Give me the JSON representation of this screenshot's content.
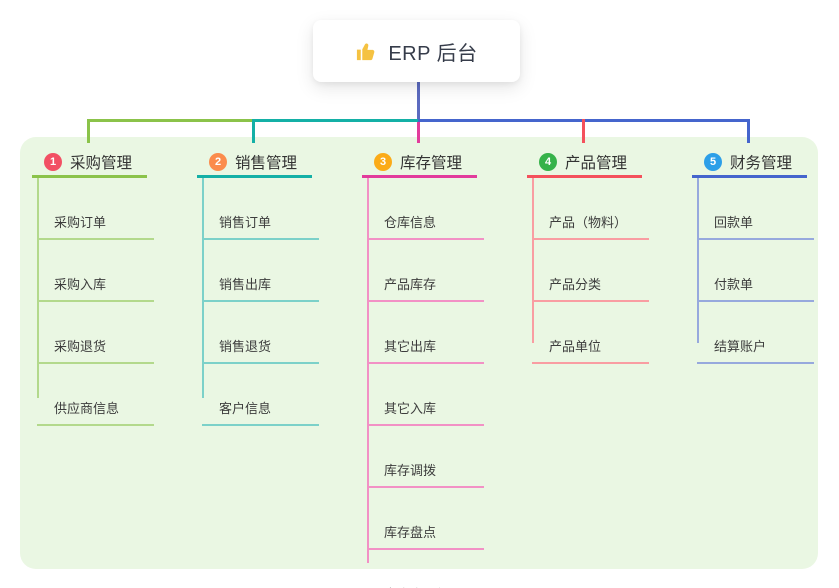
{
  "canvas": {
    "background": "#ffffff",
    "panel_background": "#eaf7e3"
  },
  "root": {
    "title": "ERP 后台",
    "icon": "thumbs-up-icon",
    "icon_color": "#f5c242",
    "card_background": "#ffffff",
    "line_color": "#5c6bc0"
  },
  "branches": [
    {
      "id": "purchase",
      "badge": "1",
      "label": "采购管理",
      "badge_color": "#f25064",
      "line_color": "#8bc34a",
      "child_line_color": "#b3d98c",
      "children": [
        "采购订单",
        "采购入库",
        "采购退货",
        "供应商信息"
      ]
    },
    {
      "id": "sales",
      "badge": "2",
      "label": "销售管理",
      "badge_color": "#fb8c4c",
      "line_color": "#14b0a6",
      "child_line_color": "#7cd1c9",
      "children": [
        "销售订单",
        "销售出库",
        "销售退货",
        "客户信息"
      ]
    },
    {
      "id": "inventory",
      "badge": "3",
      "label": "库存管理",
      "badge_color": "#fbab18",
      "line_color": "#e23c9c",
      "child_line_color": "#f291c5",
      "children": [
        "仓库信息",
        "产品库存",
        "其它出库",
        "其它入库",
        "库存调拨",
        "库存盘点",
        "出库库明细"
      ]
    },
    {
      "id": "product",
      "badge": "4",
      "label": "产品管理",
      "badge_color": "#36b24a",
      "line_color": "#f4515c",
      "child_line_color": "#f99da2",
      "children": [
        "产品（物料）",
        "产品分类",
        "产品单位"
      ]
    },
    {
      "id": "finance",
      "badge": "5",
      "label": "财务管理",
      "badge_color": "#2d9fe8",
      "line_color": "#4565cd",
      "child_line_color": "#97a9dd",
      "children": [
        "回款单",
        "付款单",
        "结算账户"
      ]
    }
  ]
}
